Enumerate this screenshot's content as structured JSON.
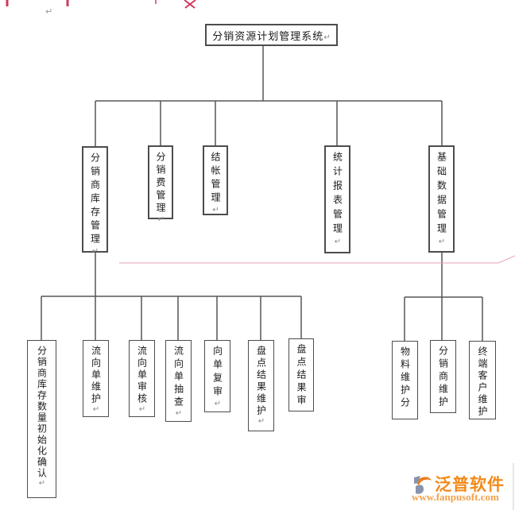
{
  "diagram": {
    "return_mark": "↵",
    "root": {
      "label": "分销资源计划管理系统"
    },
    "level2": [
      {
        "label": "分销商库存管理"
      },
      {
        "label": "分销费管理"
      },
      {
        "label": "结帐管理"
      },
      {
        "label": "统计报表管理"
      },
      {
        "label": "基础数据管理"
      }
    ],
    "level3_left": [
      {
        "label": "分销商库存数量初始化确认"
      },
      {
        "label": "流向单维护"
      },
      {
        "label": "流向单审核"
      },
      {
        "label": "流向单抽查"
      },
      {
        "label": "向单复审"
      },
      {
        "label": "盘点结果维护"
      },
      {
        "label": "盘点结果审"
      }
    ],
    "level3_right": [
      {
        "label": "物料维护分"
      },
      {
        "label": "分销商维护"
      },
      {
        "label": "终端客户维护"
      }
    ]
  },
  "watermark": {
    "brand": "泛普软件",
    "url": "www.fanpusoft.com"
  },
  "colors": {
    "connector_gray": "#565656",
    "box_border": "#4d4d4d",
    "pink_rule": "#e6a2b5",
    "red_fragment": "#cf3a5d",
    "watermark_orange": "#f28a1b",
    "watermark_blue_gray": "#8794ad"
  }
}
